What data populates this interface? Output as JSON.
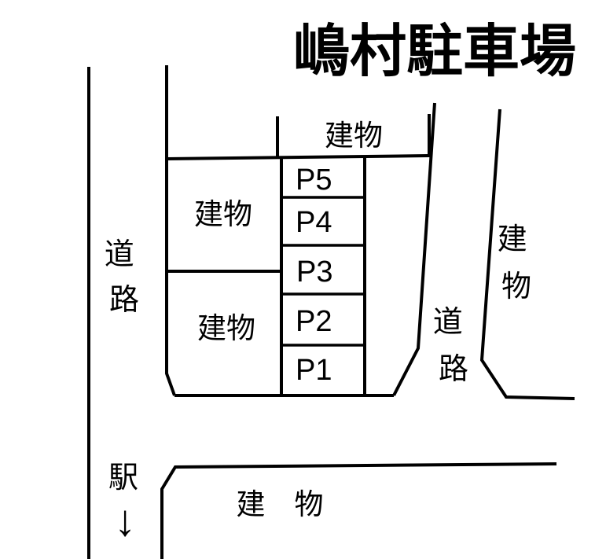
{
  "title": "嶋村駐車場",
  "labels": {
    "building_top": "建物",
    "building_left_upper": "建物",
    "building_left_lower": "建物",
    "building_bottom": "建　物",
    "station": "駅",
    "station_arrow": "↓",
    "road_left": [
      "道",
      "路"
    ],
    "road_right": [
      "道",
      "路"
    ],
    "building_right": [
      "建",
      "物"
    ]
  },
  "parking": {
    "name": "嶋村駐車場",
    "stalls": [
      "P5",
      "P4",
      "P3",
      "P2",
      "P1"
    ]
  },
  "colors": {
    "line": "#000000",
    "text": "#000000",
    "background": "#ffffff"
  }
}
